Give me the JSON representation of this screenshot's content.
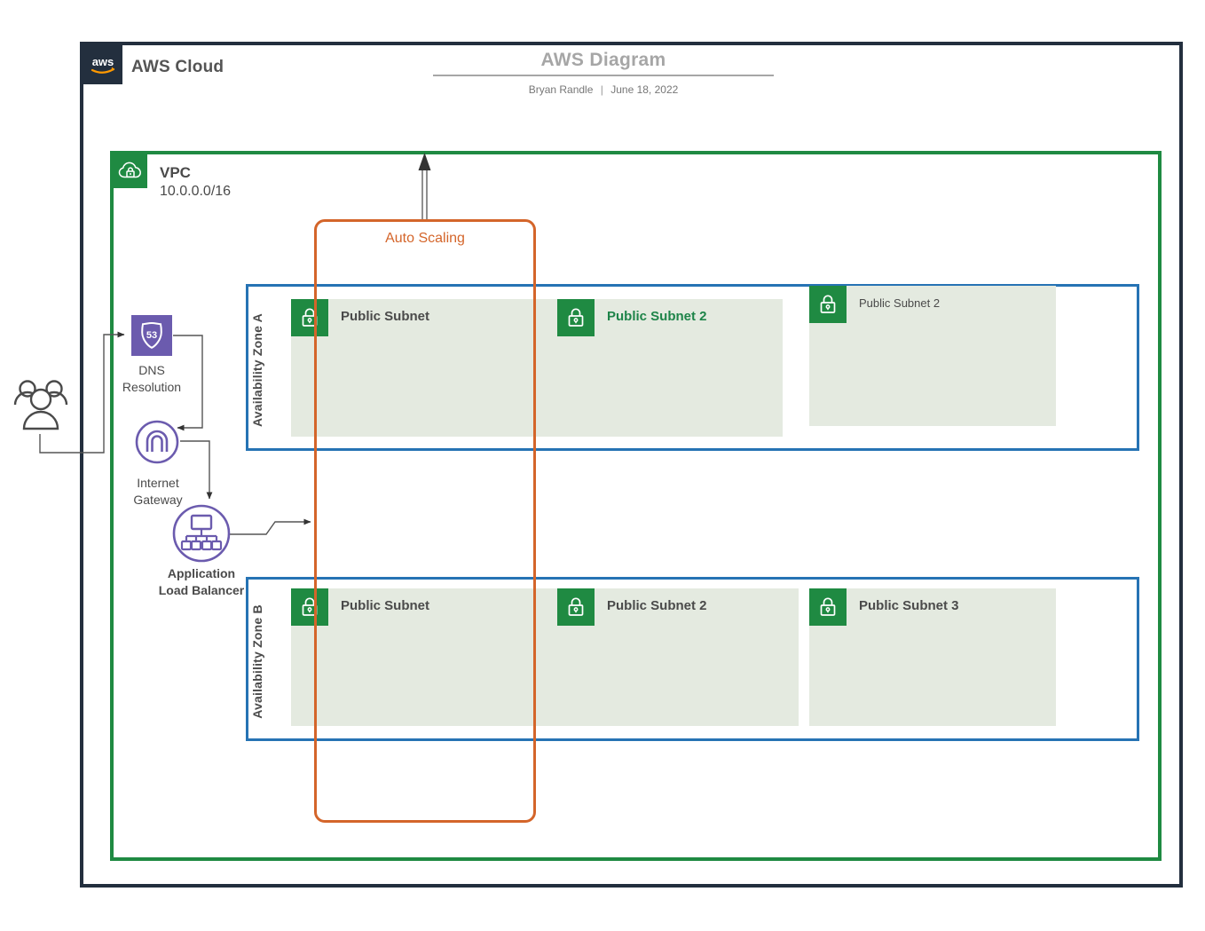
{
  "header": {
    "cloud_label": "AWS Cloud",
    "logo_icon": "aws-logo-icon",
    "title": "AWS Diagram",
    "author": "Bryan Randle",
    "separator": "|",
    "date": "June 18, 2022"
  },
  "vpc": {
    "title": "VPC",
    "cidr": "10.0.0.0/16",
    "icon": "vpc-cloud-lock-icon",
    "border_color": "#1F8A42"
  },
  "autoscaling": {
    "label": "Auto Scaling",
    "color": "#D4652A"
  },
  "external_nodes": [
    {
      "name": "users",
      "icon": "users-icon",
      "label": "",
      "color": "#4A4A4A"
    },
    {
      "name": "dns-resolution",
      "icon": "route53-icon",
      "label_line1": "DNS",
      "label_line2": "Resolution",
      "badge_text": "53",
      "color": "#6B5BAE"
    },
    {
      "name": "internet-gateway",
      "icon": "internet-gateway-icon",
      "label_line1": "Internet",
      "label_line2": "Gateway",
      "color": "#6B5BAE"
    },
    {
      "name": "application-load-balancer",
      "icon": "load-balancer-icon",
      "label_line1": "Application",
      "label_line2": "Load Balancer",
      "color": "#6B5BAE"
    }
  ],
  "availability_zones": [
    {
      "name": "Availability Zone A",
      "border_color": "#2673B4",
      "subnets": [
        {
          "label": "Public Subnet",
          "style": "bold-grey",
          "icon": "subnet-lock-icon"
        },
        {
          "label": "Public Subnet 2",
          "style": "bold-green",
          "icon": "subnet-lock-icon"
        },
        {
          "label": "Public Subnet 2",
          "style": "plain-grey",
          "icon": "subnet-lock-icon"
        }
      ]
    },
    {
      "name": "Availability Zone B",
      "border_color": "#2673B4",
      "subnets": [
        {
          "label": "Public Subnet",
          "style": "bold-grey",
          "icon": "subnet-lock-icon"
        },
        {
          "label": "Public Subnet 2",
          "style": "bold-grey",
          "icon": "subnet-lock-icon"
        },
        {
          "label": "Public Subnet 3",
          "style": "bold-grey",
          "icon": "subnet-lock-icon"
        }
      ]
    }
  ],
  "colors": {
    "aws_dark": "#232F3E",
    "vpc_green": "#1F8A42",
    "az_blue": "#2673B4",
    "autoscaling_orange": "#D4652A",
    "subnet_fill": "#E4EAE0",
    "purple": "#6B5BAE",
    "text_grey": "#4A4A4A",
    "title_grey": "#A6A6A6"
  }
}
